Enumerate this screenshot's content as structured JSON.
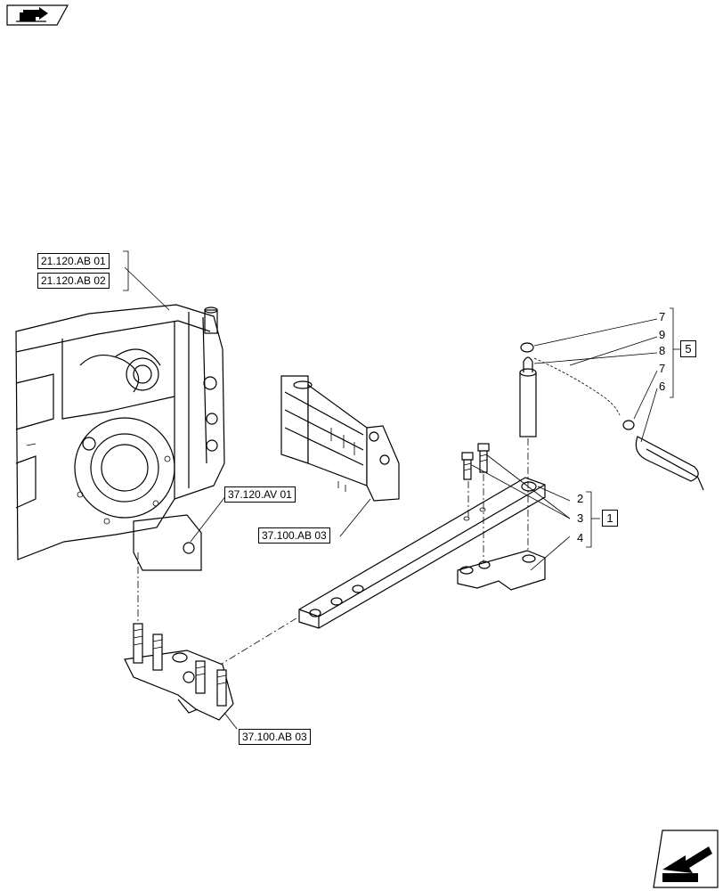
{
  "references": {
    "ref_21_120_ab_01": "21.120.AB 01",
    "ref_21_120_ab_02": "21.120.AB 02",
    "ref_37_120_av_01": "37.120.AV 01",
    "ref_37_100_ab_03_upper": "37.100.AB 03",
    "ref_37_100_ab_03_lower": "37.100.AB 03"
  },
  "callouts": {
    "group5": [
      "7",
      "9",
      "8",
      "7",
      "6"
    ],
    "group1": [
      "2",
      "3",
      "4"
    ],
    "group5_label": "5",
    "group1_label": "1"
  },
  "icons": {
    "top_left": "previous-section-icon",
    "bottom_right": "next-page-icon"
  }
}
